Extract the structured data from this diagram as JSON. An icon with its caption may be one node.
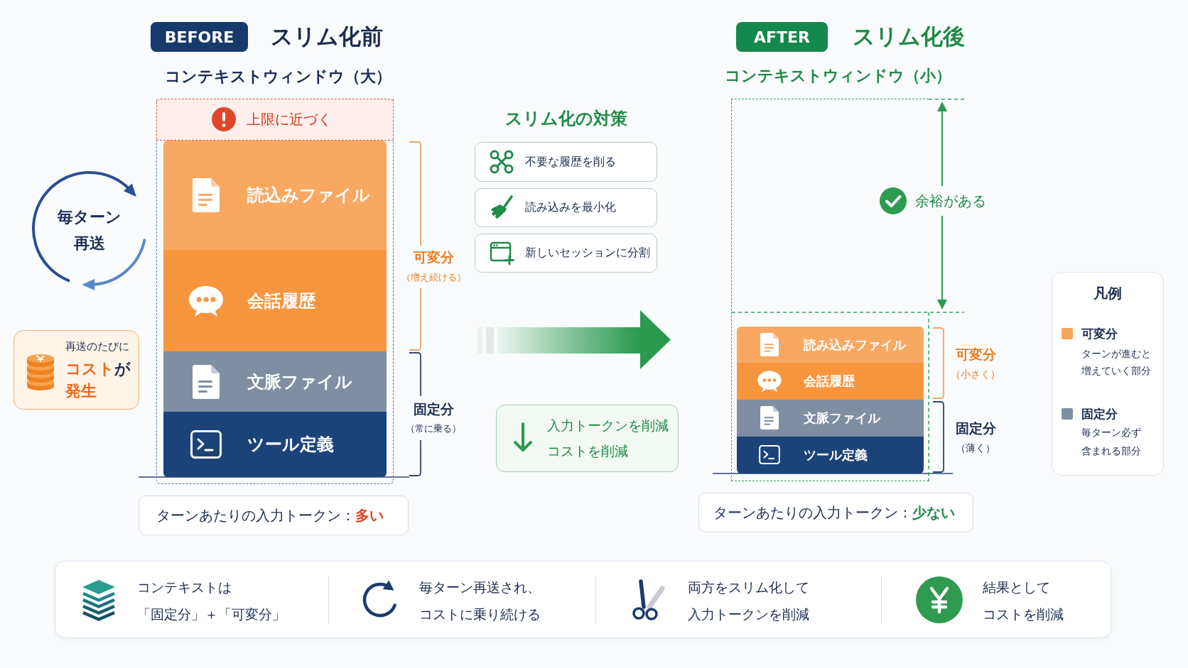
{
  "diagram": {
    "nodes": [
      {
        "text": [
          "BEFORE"
        ],
        "beside": [
          "スリム化前"
        ]
      },
      {
        "text": [
          "コンテキストウィンドウ（大）"
        ]
      },
      {
        "text": [
          "上限に近づく"
        ],
        "in": 1
      },
      {
        "text": [
          "読込みファイル"
        ],
        "in": 1
      },
      {
        "text": [
          "会話履歴"
        ],
        "in": 1
      },
      {
        "text": [
          "文脈ファイル"
        ],
        "in": 1
      },
      {
        "text": [
          "ツール定義"
        ],
        "in": 1
      },
      {
        "text": [
          "再送のたびに",
          "**コスト**が**発生**"
        ]
      },
      {
        "text": [
          "ターンあたりの入力トークン：**多い**"
        ]
      },
      {
        "text": [
          "不要な履歴を削る"
        ]
      },
      {
        "text": [
          "読み込みを最小化"
        ]
      },
      {
        "text": [
          "新しいセッションに分割"
        ]
      },
      {
        "text": [
          "入力トークンを削減",
          "コストを削減"
        ]
      },
      {
        "text": [
          "AFTER"
        ],
        "beside": [
          "スリム化後"
        ]
      },
      {
        "text": [
          "コンテキストウィンドウ（小）"
        ]
      },
      {
        "text": [
          "読み込みファイル"
        ],
        "in": 14
      },
      {
        "text": [
          "会話履歴"
        ],
        "in": 14
      },
      {
        "text": [
          "文脈ファイル"
        ],
        "in": 14
      },
      {
        "text": [
          "ツール定義"
        ],
        "in": 14
      },
      {
        "text": [
          "ターンあたりの入力トークン：**少ない**"
        ]
      },
      {
        "text": [
          "コンテキストは「固定分」＋「可変分」",
          "毎ターン再送され、コストに乗り続ける",
          "両方をスリム化して入力トークンを削減",
          "結果としてコストを削減"
        ]
      }
    ],
    "labels": [
      "毎ターン再送",
      "可変分",
      "（増え続ける）",
      "固定分",
      "（常に乗る）",
      "スリム化の対策",
      "余裕がある",
      "可変分",
      "（小さく）",
      "固定分",
      "（薄く）",
      "凡例",
      "ターンが進むと増えていく部分",
      "毎ターン必ず含まれる部分"
    ],
    "legend": [
      {
        "text": "可変分",
        "color": "#f9a55a"
      },
      {
        "text": "固定分",
        "color": "#7f8ea3"
      }
    ]
  }
}
